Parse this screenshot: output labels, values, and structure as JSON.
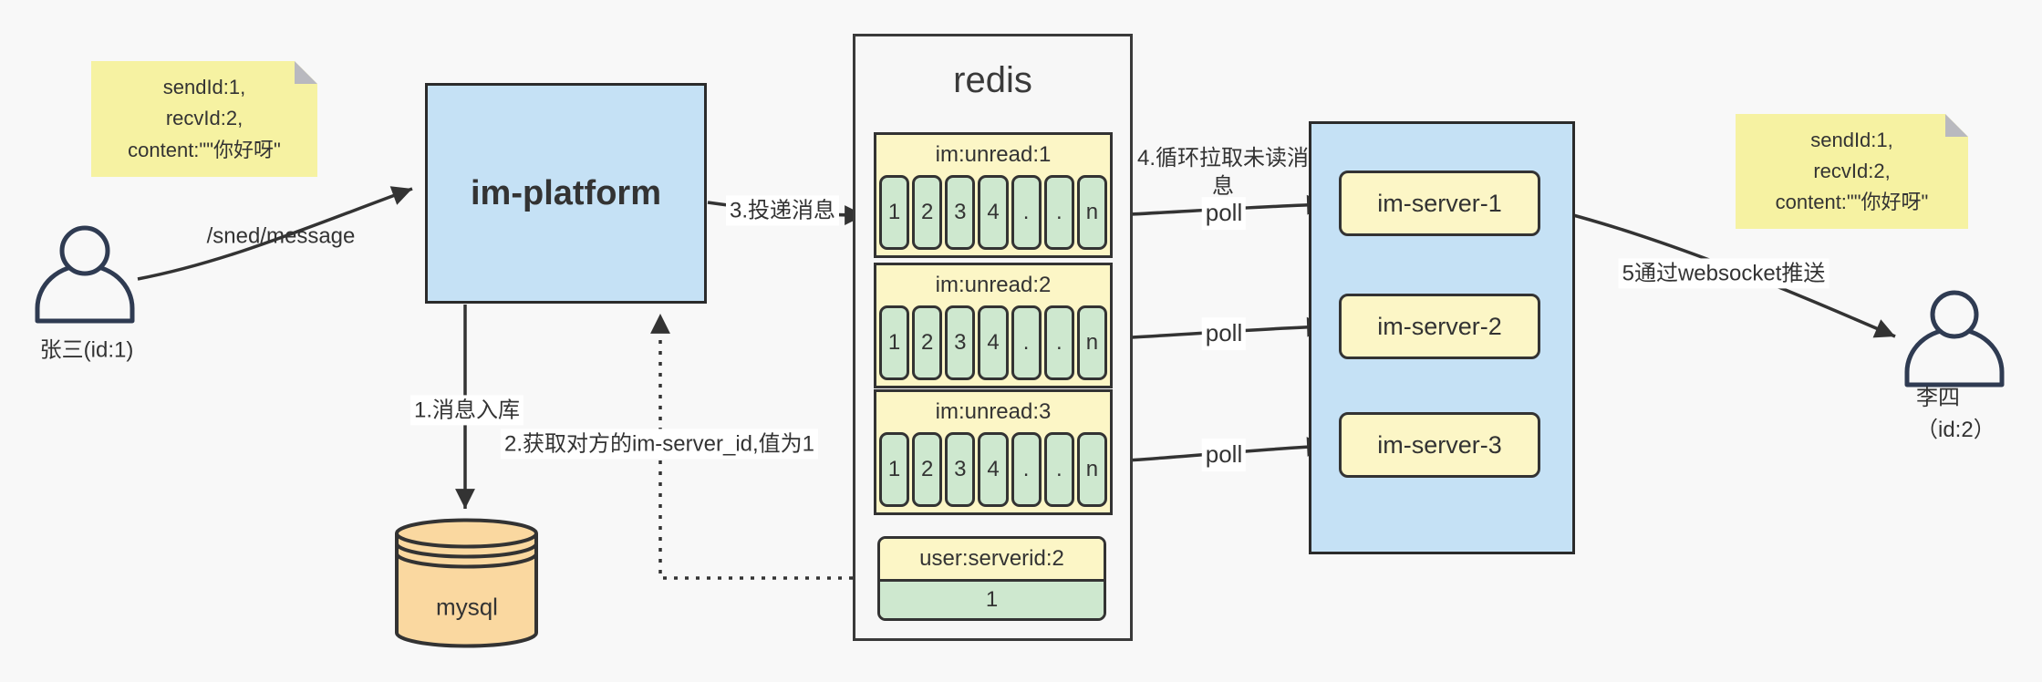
{
  "colors": {
    "background": "#f8f8f8",
    "ink": "#333333",
    "blue_fill": "#c5e1f5",
    "note_yellow": "#f6f2a2",
    "box_yellow": "#fcf6c6",
    "cell_green": "#cee8cf",
    "db_orange": "#fad8a0",
    "person_ink": "#2f3b52"
  },
  "notes": {
    "left": "sendId:1,\nrecvId:2,\ncontent:\"\"你好呀\"",
    "right": "sendId:1,\nrecvId:2,\ncontent:\"\"你好呀\""
  },
  "actors": {
    "sender": "张三(id:1)",
    "receiver": "李四（id:2）"
  },
  "platform": {
    "title": "im-platform"
  },
  "database": {
    "label": "mysql"
  },
  "redis": {
    "title": "redis",
    "queues": [
      {
        "title": "im:unread:1",
        "cells": [
          "1",
          "2",
          "3",
          "4",
          ".",
          ".",
          "n"
        ]
      },
      {
        "title": "im:unread:2",
        "cells": [
          "1",
          "2",
          "3",
          "4",
          ".",
          ".",
          "n"
        ]
      },
      {
        "title": "im:unread:3",
        "cells": [
          "1",
          "2",
          "3",
          "4",
          ".",
          ".",
          "n"
        ]
      }
    ],
    "kv": {
      "key": "user:serverid:2",
      "value": "1"
    }
  },
  "servers": {
    "items": [
      "im-server-1",
      "im-server-2",
      "im-server-3"
    ]
  },
  "edges": {
    "send": "/sned/message",
    "store": "1.消息入库",
    "lookup": "2.获取对方的im-server_id,值为1",
    "deliver": "3.投递消息",
    "pull": "4.循环拉取未读消\n息",
    "poll": "poll",
    "push": "5通过websocket推送"
  }
}
